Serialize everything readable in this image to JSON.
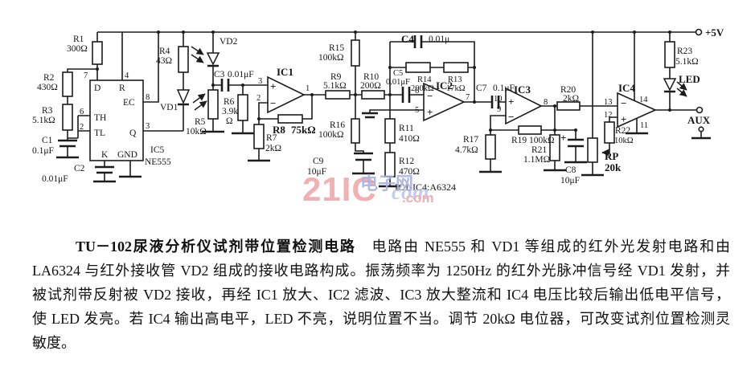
{
  "circuit": {
    "power": "+5V",
    "aux": "AUX",
    "led": "LED",
    "note": "IC1-IC4:A6324",
    "vd1": "VD1",
    "vd2": "VD2",
    "ne555": {
      "ref": "IC5",
      "part": "NE555",
      "d": "D",
      "r": "R",
      "ec": "EC",
      "th": "TH",
      "tl": "TL",
      "q": "Q",
      "k": "K",
      "gnd": "GND",
      "p7": "7",
      "p4": "4",
      "p8": "8",
      "p6": "6",
      "p2": "2",
      "p3": "3"
    },
    "ic1": {
      "name": "IC1",
      "plus": "+",
      "minus": "−",
      "in_plus": "3",
      "in_minus": "2",
      "out": "1"
    },
    "ic2": {
      "name": "IC2",
      "plus": "+",
      "minus": "−",
      "in_minus": "6",
      "in_plus": "5",
      "out": "7"
    },
    "ic3": {
      "name": "IC3",
      "plus": "+",
      "minus": "−",
      "in_plus": "10",
      "in_minus": "9",
      "out": "8"
    },
    "ic4": {
      "name": "IC4",
      "plus": "+",
      "minus": "−",
      "in_minus": "13",
      "in_plus": "12",
      "out": "14",
      "gnd_pin": "11"
    },
    "r1": {
      "ref": "R1",
      "val": "300Ω"
    },
    "r2": {
      "ref": "R2",
      "val": "430Ω"
    },
    "r3": {
      "ref": "R3",
      "val": "5.1kΩ"
    },
    "r4": {
      "ref": "R4",
      "val": "43Ω"
    },
    "r5": {
      "ref": "R5",
      "val": "10kΩ"
    },
    "r6": {
      "ref": "R6",
      "v1": "3.9k",
      "v2": "Ω"
    },
    "r7": {
      "ref": "R7",
      "val": "2kΩ"
    },
    "r8": {
      "ref": "R8",
      "val": "75kΩ"
    },
    "r9": {
      "ref": "R9",
      "val": "5.1kΩ"
    },
    "r10": {
      "ref": "R10",
      "val": "200Ω"
    },
    "r11": {
      "ref": "R11",
      "val": "410Ω"
    },
    "r12": {
      "ref": "R12",
      "val": "470Ω"
    },
    "r13": {
      "ref": "R13",
      "val": "17kΩ"
    },
    "r14": {
      "ref": "R14",
      "val": "200kΩ"
    },
    "r15": {
      "ref": "R15",
      "val": "100kΩ"
    },
    "r16": {
      "ref": "R16",
      "val": "100kΩ"
    },
    "r17": {
      "ref": "R17",
      "val": "4.7kΩ"
    },
    "r19": {
      "ref": "R19",
      "val": "100kΩ"
    },
    "r20": {
      "ref": "R20",
      "val": "2kΩ"
    },
    "r21": {
      "ref": "R21",
      "val": "1.1MΩ"
    },
    "r22": {
      "ref": "R22",
      "val": "10kΩ"
    },
    "r23": {
      "ref": "R23",
      "val": "5.1kΩ"
    },
    "rp": {
      "ref": "RP",
      "val": "20k"
    },
    "c1": {
      "ref": "C1",
      "val": "0.1μF"
    },
    "c2": {
      "ref": "C2",
      "val": "0.01μF"
    },
    "c3": {
      "ref": "C3",
      "val": "0.01μF"
    },
    "c4": {
      "ref": "C4",
      "val": "0.01μ"
    },
    "c5": {
      "ref": "C5",
      "val": "0.01μF"
    },
    "c7": {
      "ref": "C7",
      "val": "0.1μF"
    },
    "c8": {
      "ref": "C8",
      "val": "10μF",
      "plus": "+"
    },
    "c9": {
      "ref": "C9",
      "val": "10μF"
    }
  },
  "watermark": {
    "brand": "21IC",
    "site": "电子网",
    "domain": ".com",
    "script": "com"
  },
  "caption": {
    "title": "TU－102尿液分析仪试剂带位置检测电路",
    "line1": "电路由 NE555 和 VD1 等组成的红外光发射电路和由",
    "line2": "LA6324 与红外接收管 VD2 组成的接收电路构成。振荡频率为 1250Hz 的红外光脉冲信号经 VD1 发射，并",
    "line3": "被试剂带反射被 VD2 接收，再经 IC1 放大、IC2 滤波、IC3 放大整流和 IC4 电压比较后输出低电平信号，",
    "line4": "使 LED 发亮。若 IC4 输出高电平，LED 不亮，说明位置不当。调节 20kΩ 电位器，可改变试剂位置检测灵",
    "line5": "敏度。"
  }
}
